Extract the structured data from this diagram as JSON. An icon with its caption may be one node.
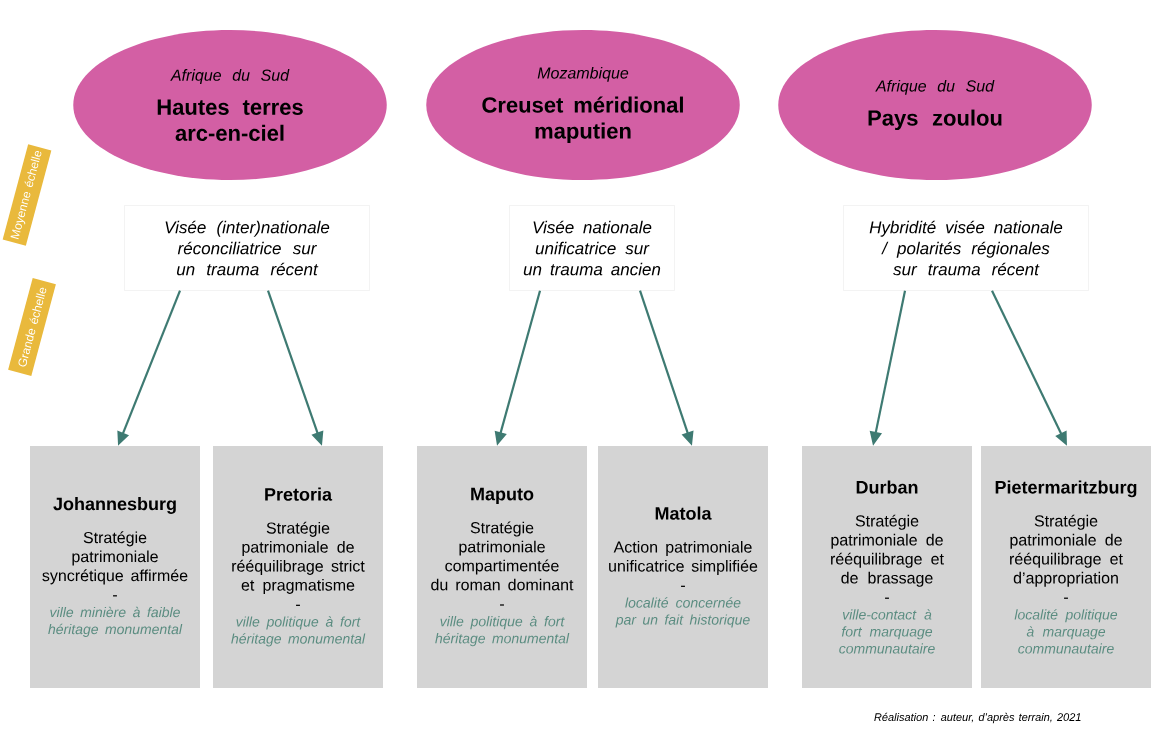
{
  "diagram": {
    "caption": "Réalisation : auteur, d’après terrain, 2021",
    "nodes": [
      {
        "text": [
          "Afrique du Sud",
          "Hautes terres arc-en-ciel"
        ]
      },
      {
        "text": [
          "Mozambique",
          "Creuset méridional maputien"
        ]
      },
      {
        "text": [
          "Afrique du Sud",
          "Pays zoulou"
        ]
      },
      {
        "text": [
          "Visée (inter)nationale réconciliatrice sur un trauma récent"
        ]
      },
      {
        "text": [
          "Visée nationale unificatrice sur un trauma ancien"
        ]
      },
      {
        "text": [
          "Hybridité visée nationale / polarités régionales sur trauma récent"
        ]
      },
      {
        "text": [
          "Johannesburg",
          "Stratégie patrimoniale syncrétique affirmée",
          "-",
          "ville minière à faible héritage monumental"
        ]
      },
      {
        "text": [
          "Pretoria",
          "Stratégie patrimoniale de rééquilibrage strict et pragmatisme",
          "-",
          "ville politique à fort héritage monumental"
        ]
      },
      {
        "text": [
          "Maputo",
          "Stratégie patrimoniale compartimentée du roman dominant",
          "-",
          "ville politique à fort héritage monumental"
        ]
      },
      {
        "text": [
          "Matola",
          "Action patrimoniale unificatrice simplifiée",
          "-",
          "localité concernée par un fait historique"
        ]
      },
      {
        "text": [
          "Durban",
          "Stratégie patrimoniale de rééquilibrage et de brassage",
          "-",
          "ville-contact à fort marquage communautaire"
        ]
      },
      {
        "text": [
          "Pietermaritzburg",
          "Stratégie patrimoniale de rééquilibrage et d’appropriation",
          "-",
          "localité politique à marquage communautaire"
        ]
      }
    ],
    "edges": [
      {
        "from": 3,
        "to": 6,
        "arrow": "to"
      },
      {
        "from": 3,
        "to": 7,
        "arrow": "to"
      },
      {
        "from": 4,
        "to": 8,
        "arrow": "to"
      },
      {
        "from": 4,
        "to": 9,
        "arrow": "to"
      },
      {
        "from": 5,
        "to": 10,
        "arrow": "to"
      },
      {
        "from": 5,
        "to": 11,
        "arrow": "to"
      }
    ],
    "labels": [
      "Moyenne échelle",
      "Grande échelle"
    ]
  }
}
